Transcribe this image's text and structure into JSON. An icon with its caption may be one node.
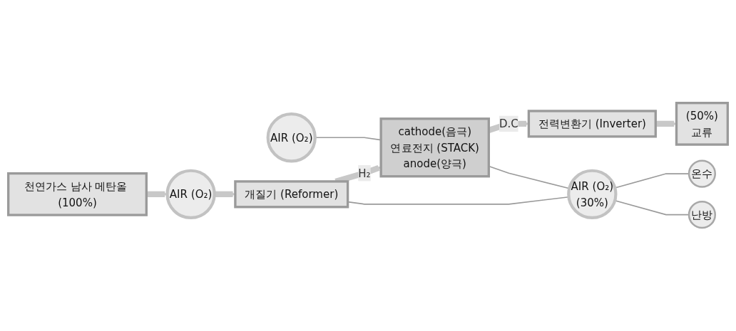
{
  "diagram": {
    "nodes": [
      {
        "text": [
          "AIR (O₂)"
        ]
      },
      {
        "text": [
          "AIR (O₂)"
        ]
      },
      {
        "text": [
          "천연가스 남사 메탄올 (100%)"
        ]
      },
      {
        "text": [
          "개질기 (Reformer)"
        ]
      },
      {
        "text": [
          "cathode(음극)",
          "연료전지 (STACK)",
          "anode(양극)"
        ]
      },
      {
        "text": [
          "전력변환기 (Inverter)"
        ]
      },
      {
        "text": [
          "(50%)",
          "교류"
        ]
      },
      {
        "text": [
          "AIR (O₂)",
          "(30%)"
        ]
      },
      {
        "text": [
          "온수"
        ]
      },
      {
        "text": [
          "난방"
        ]
      }
    ],
    "edges": [
      {
        "from": 0,
        "to": 4,
        "arrow": "none"
      },
      {
        "from": 2,
        "to": 1,
        "arrow": "to",
        "style": "thick"
      },
      {
        "from": 1,
        "to": 3,
        "arrow": "to",
        "style": "thick"
      },
      {
        "from": 3,
        "to": 4,
        "arrow": "to",
        "style": "thick",
        "label": "H₂"
      },
      {
        "from": 4,
        "to": 5,
        "arrow": "to",
        "style": "thick",
        "label": "D.C"
      },
      {
        "from": 5,
        "to": 6,
        "arrow": "to",
        "style": "thick"
      },
      {
        "from": 3,
        "to": 7,
        "arrow": "none"
      },
      {
        "from": 4,
        "to": 7,
        "arrow": "none"
      },
      {
        "from": 7,
        "to": 8,
        "arrow": "none"
      },
      {
        "from": 7,
        "to": 9,
        "arrow": "none"
      }
    ]
  }
}
